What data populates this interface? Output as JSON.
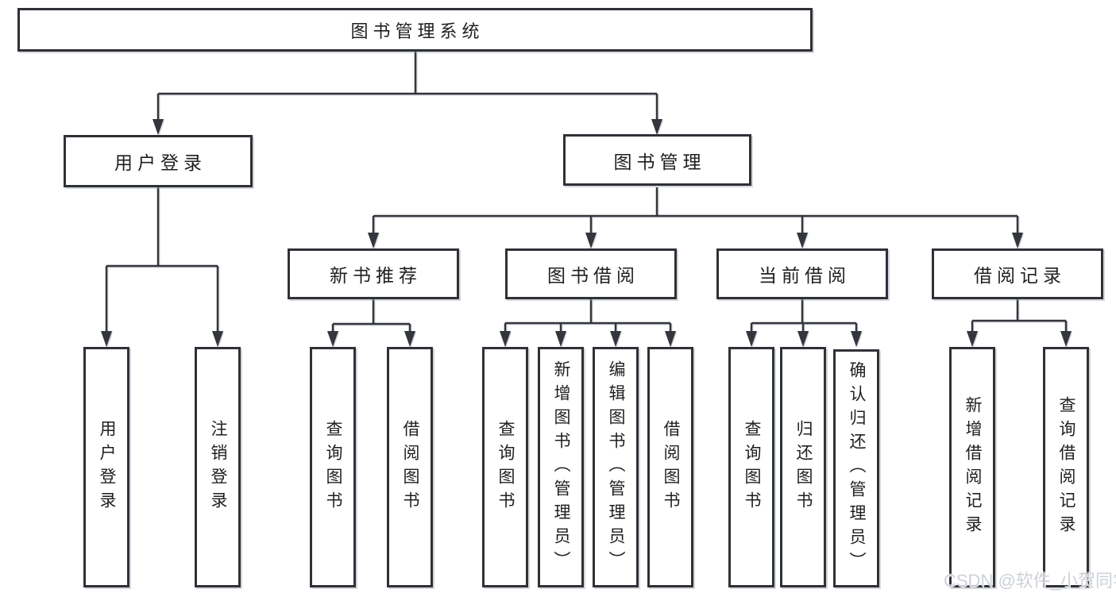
{
  "root": "图书管理系统",
  "branches": [
    {
      "label": "用户登录",
      "children": [
        "用户登录",
        "注销登录"
      ]
    },
    {
      "label": "图书管理"
    }
  ],
  "subbranches": [
    {
      "label": "新书推荐",
      "children": [
        "查询图书",
        "借阅图书"
      ]
    },
    {
      "label": "图书借阅",
      "children": [
        "查询图书",
        "新增图书（管理员）",
        "编辑图书（管理员）",
        "借阅图书"
      ]
    },
    {
      "label": "当前借阅",
      "children": [
        "查询图书",
        "归还图书",
        "确认归还（管理员）"
      ]
    },
    {
      "label": "借阅记录",
      "children": [
        "新增借阅记录",
        "查询借阅记录"
      ]
    }
  ],
  "watermark": "CSDN @软件_小贺同学",
  "colors": {
    "background": "#ffffff",
    "line": "#33363c",
    "box_border": "#2e3136",
    "text": "#1f1f1f",
    "watermark": "#cdd1d8"
  }
}
